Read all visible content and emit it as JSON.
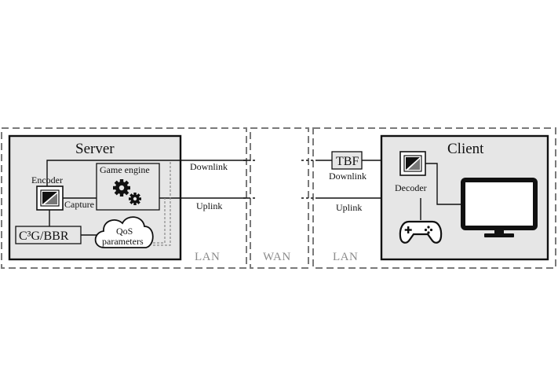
{
  "zones": {
    "lan_server": "LAN",
    "wan": "WAN",
    "lan_client": "LAN"
  },
  "server": {
    "title": "Server",
    "encoder": "Encoder",
    "game_engine": "Game engine",
    "capture": "Capture",
    "congestion_control": "C³G/BBR",
    "qos_line1": "QoS",
    "qos_line2": "parameters"
  },
  "links": {
    "downlink": "Downlink",
    "uplink": "Uplink",
    "downlink_client": "Downlink",
    "uplink_client": "Uplink"
  },
  "client": {
    "title": "Client",
    "tbf": "TBF",
    "decoder": "Decoder"
  },
  "icons": [
    "gears-icon",
    "encoder-icon",
    "decoder-icon",
    "monitor-icon",
    "gamepad-icon",
    "cloud-icon"
  ]
}
